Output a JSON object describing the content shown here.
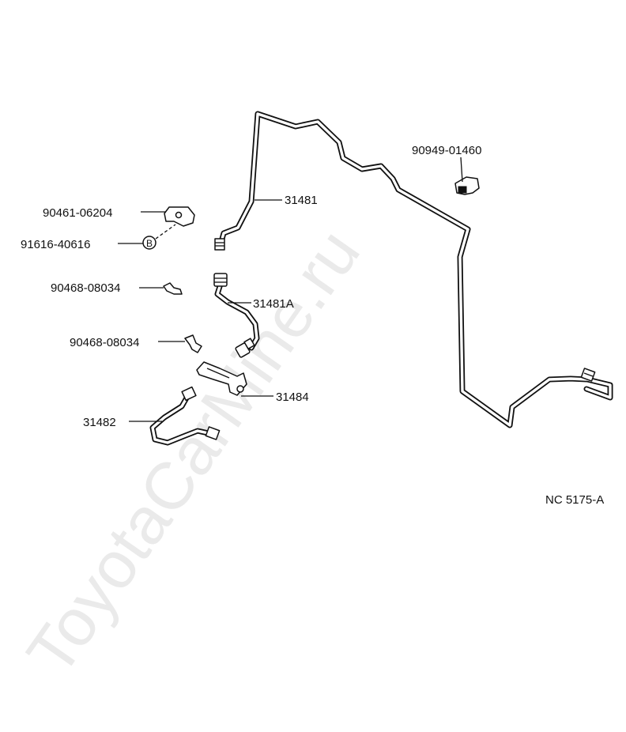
{
  "watermark": "ToyotaCarMine.ru",
  "diagram_code": "NC 5175-A",
  "callouts": {
    "p31481": "31481",
    "p31481a": "31481A",
    "p31482": "31482",
    "p31484": "31484",
    "p90949": "90949-01460",
    "p90461": "90461-06204",
    "p91616": "91616-40616",
    "p90468_a": "90468-08034",
    "p90468_b": "90468-08034"
  },
  "marker": "B"
}
